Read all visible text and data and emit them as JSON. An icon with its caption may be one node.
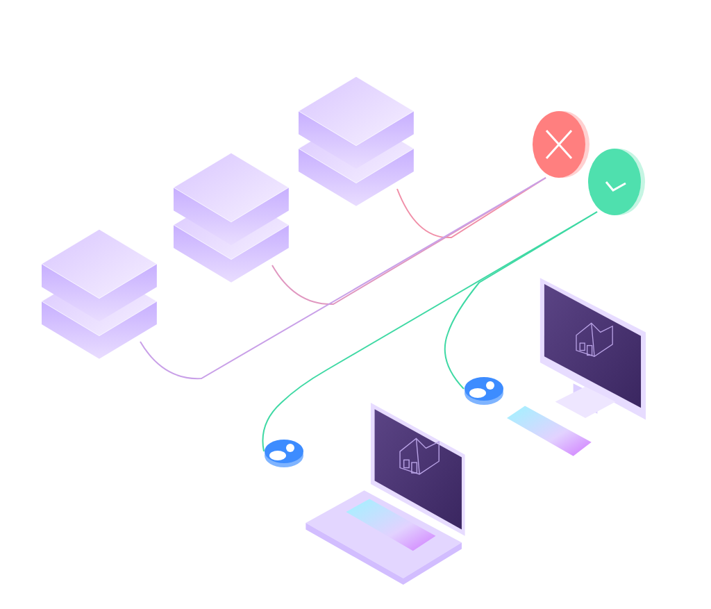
{
  "diagram": {
    "nodes": [
      {
        "text": [],
        "shape": "picture"
      },
      {
        "text": [],
        "shape": "picture"
      },
      {
        "text": [],
        "shape": "picture"
      },
      {
        "text": [],
        "shape": "circle"
      },
      {
        "text": [],
        "shape": "circle"
      },
      {
        "text": [],
        "shape": "picture"
      },
      {
        "text": [],
        "shape": "circle"
      },
      {
        "text": [],
        "shape": "picture"
      },
      {
        "text": [],
        "shape": "circle"
      }
    ],
    "edges": [
      {
        "from": 0,
        "to": 3,
        "arrow": "none",
        "color": "#f08fa8"
      },
      {
        "from": 1,
        "to": 3,
        "arrow": "none",
        "color": "#e097c0"
      },
      {
        "from": 2,
        "to": 3,
        "arrow": "none",
        "color": "#c9a0e8"
      },
      {
        "from": 6,
        "to": 4,
        "arrow": "none",
        "color": "#3fd9a4"
      },
      {
        "from": 8,
        "to": 4,
        "arrow": "none",
        "color": "#3fd9a4"
      }
    ]
  }
}
